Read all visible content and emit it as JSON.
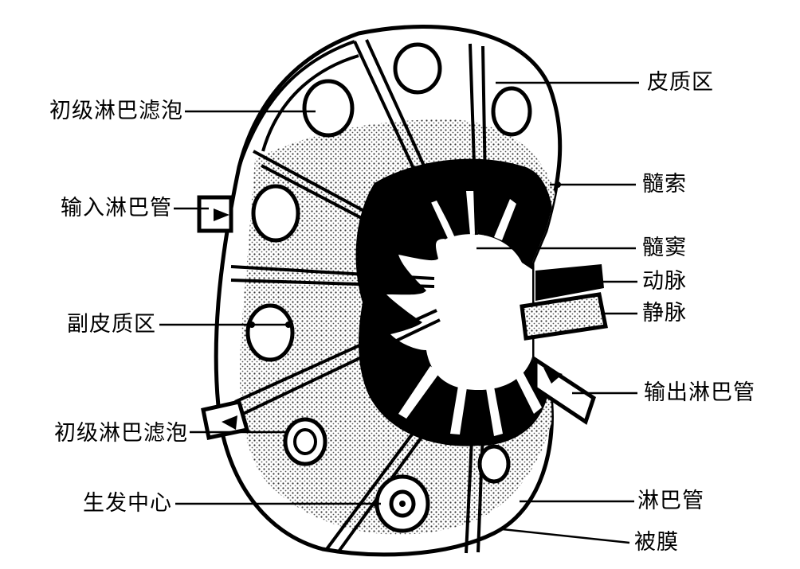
{
  "diagram": {
    "labels": {
      "primary_follicle_top": "初级淋巴滤泡",
      "afferent_vessel": "输入淋巴管",
      "paracortex": "副皮质区",
      "primary_follicle_bottom": "初级淋巴滤泡",
      "germinal_center": "生发中心",
      "cortex": "皮质区",
      "medullary_cord": "髓索",
      "medullary_sinus": "髓窦",
      "artery": "动脉",
      "vein": "静脉",
      "efferent_vessel": "输出淋巴管",
      "lymph_vessel": "淋巴管",
      "capsule": "被膜"
    },
    "colors": {
      "ink": "#000000",
      "paper": "#ffffff",
      "stipple": "#555555"
    }
  }
}
